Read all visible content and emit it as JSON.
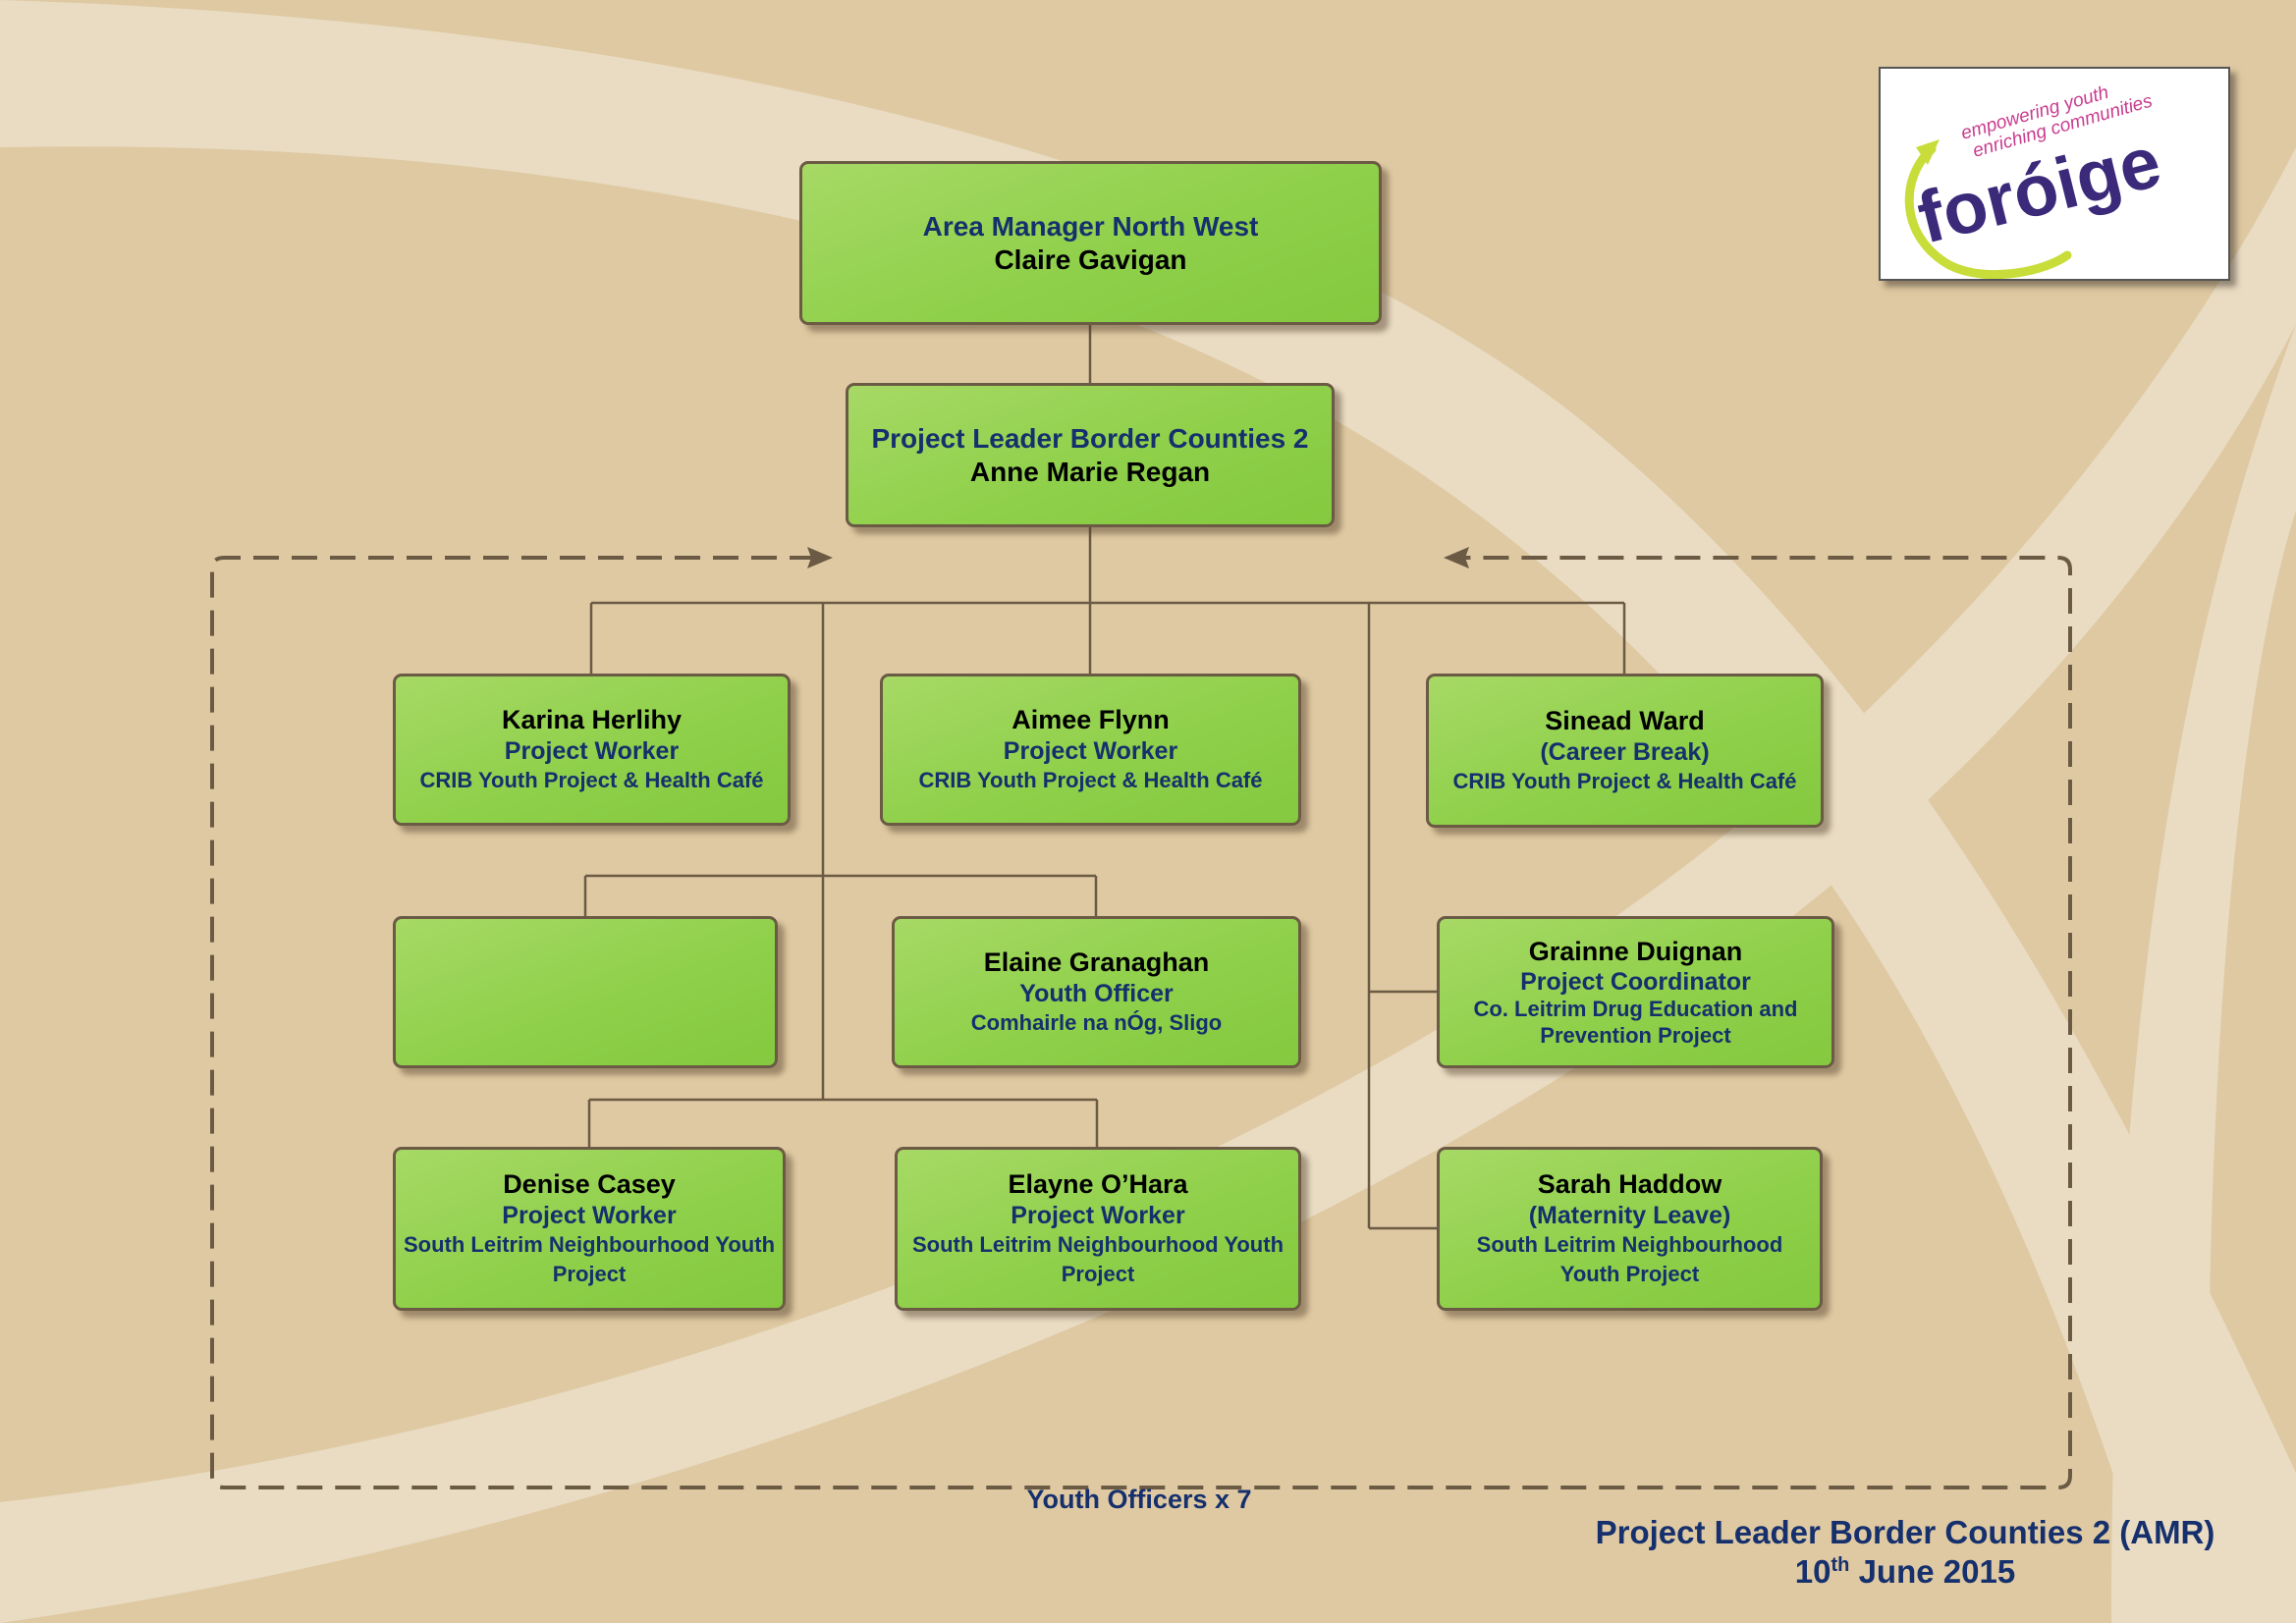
{
  "chart": {
    "top": {
      "role": "Area Manager North West",
      "name": "Claire Gavigan"
    },
    "leader": {
      "role": "Project Leader Border Counties 2",
      "name": "Anne Marie Regan"
    },
    "karina": {
      "name": "Karina Herlihy",
      "role": "Project Worker",
      "org": "CRIB Youth Project & Health Café"
    },
    "aimee": {
      "name": "Aimee Flynn",
      "role": "Project Worker",
      "org": "CRIB Youth Project & Health Café"
    },
    "sinead": {
      "name": "Sinead Ward",
      "role": "(Career Break)",
      "org": "CRIB Youth Project & Health Café"
    },
    "elaine": {
      "name": "Elaine Granaghan",
      "role": "Youth Officer",
      "org": "Comhairle na nÓg, Sligo"
    },
    "grainne": {
      "name": "Grainne Duignan",
      "role": "Project Coordinator",
      "org": "Co. Leitrim Drug Education and Prevention Project"
    },
    "denise": {
      "name": "Denise Casey",
      "role": "Project Worker",
      "org": "South Leitrim Neighbourhood Youth Project"
    },
    "elayne": {
      "name": "Elayne O’Hara",
      "role": "Project Worker",
      "org": "South Leitrim Neighbourhood Youth Project"
    },
    "sarah": {
      "name": "Sarah Haddow",
      "role": "(Maternity Leave)",
      "org": "South Leitrim Neighbourhood Youth Project"
    }
  },
  "group_label": "Youth Officers x 7",
  "footer": {
    "title": "Project Leader Border Counties 2 (AMR)",
    "date_day": "10",
    "date_suffix": "th",
    "date_rest": "June 2015"
  },
  "logo": {
    "tagline1": "empowering youth",
    "tagline2": "enriching communities",
    "wordmark": "foróige"
  },
  "colors": {
    "background": "#dfc9a2",
    "node": "#8fd04a",
    "text_blue": "#15306d",
    "connector": "#6b5a44"
  }
}
